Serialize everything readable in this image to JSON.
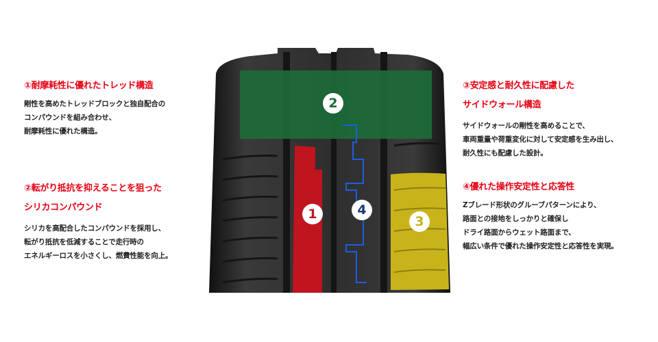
{
  "features": [
    {
      "id": "1",
      "title_lines": [
        "①耐摩耗性に優れたトレッド構造"
      ],
      "body_lines": [
        "剛性を高めたトレッドブロックと独自配合の",
        "コンパウンドを組み合わせ、",
        "耐摩耗性に優れた構造。"
      ]
    },
    {
      "id": "2",
      "title_lines": [
        "②転がり抵抗を抑えることを狙った",
        "シリカコンパウンド"
      ],
      "body_lines": [
        "シリカを高配合したコンパウンドを採用し、",
        "転がり抵抗を低減することで走行時の",
        "エネルギーロスを小さくし、燃費性能を向上。"
      ]
    },
    {
      "id": "3",
      "title_lines": [
        "③安定感と耐久性に配慮した",
        "サイドウォール構造"
      ],
      "body_lines": [
        "サイドウォールの剛性を高めることで、",
        "車両重量や荷重変化に対して安定感を生み出し、",
        "耐久性にも配慮した設計。"
      ]
    },
    {
      "id": "4",
      "title_lines": [
        "④優れた操作安定性と応答性"
      ],
      "body_lines": [
        "Zブレード形状のグルーブパターンにより、",
        "路面との接地をしっかりと確保し",
        "ドライ路面からウェット路面まで、",
        "幅広い条件で優れた操作安定性と応答性を実現。"
      ]
    }
  ],
  "tire": {
    "badges": [
      "1",
      "2",
      "3",
      "4"
    ],
    "colors": {
      "zone1": "#c0141f",
      "zone2": "#1b6b3a",
      "zone3": "#c8b41a",
      "zone4": "#1a5fe0",
      "tire": "#2a2a2a"
    }
  },
  "colors": {
    "heading": "#e60012",
    "text": "#222222"
  }
}
